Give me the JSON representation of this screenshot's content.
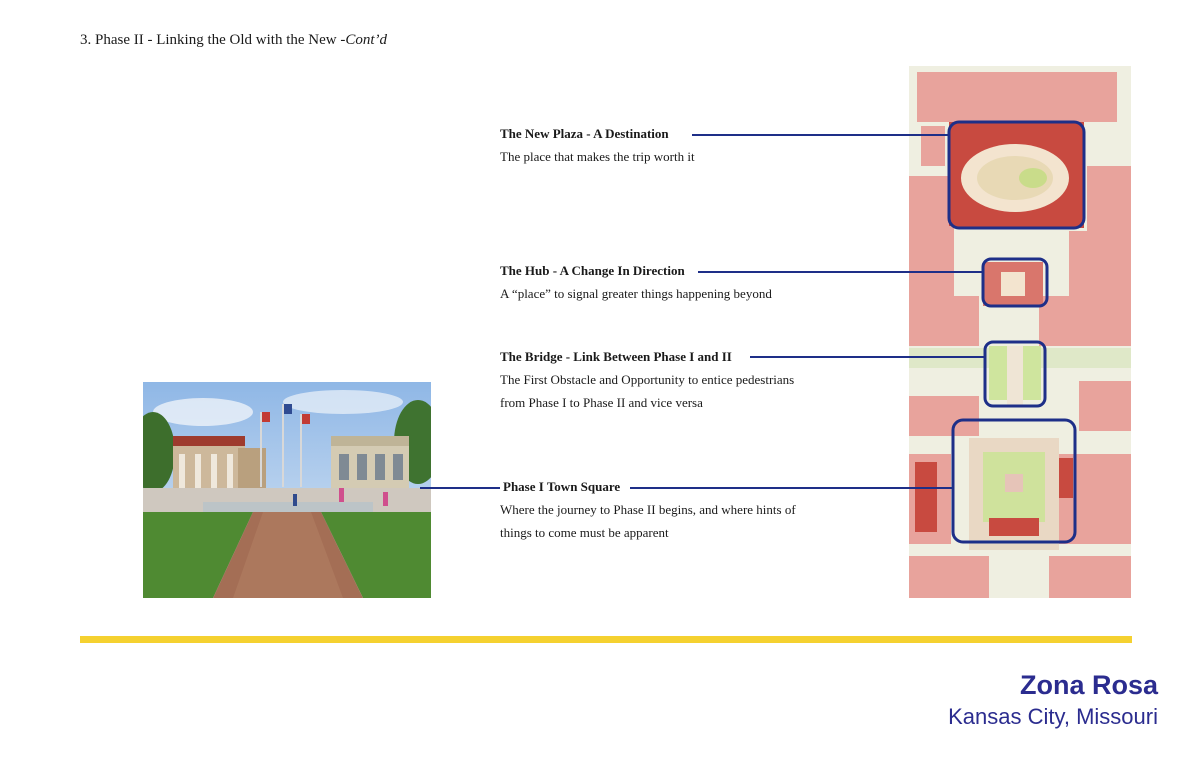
{
  "title": {
    "main": "3. Phase II - Linking the Old with the New -",
    "italic": "Cont’d"
  },
  "callouts": [
    {
      "heading": "The New Plaza - A Destination",
      "lines": [
        "The place that makes the trip worth it"
      ]
    },
    {
      "heading": "The Hub - A Change In Direction",
      "lines": [
        "A “place” to signal greater things happening beyond"
      ]
    },
    {
      "heading": "The Bridge - Link Between Phase I and II",
      "lines": [
        "The First Obstacle and Opportunity to entice pedestrians",
        "from Phase I to Phase II and vice versa"
      ]
    },
    {
      "heading": "Phase I Town Square",
      "lines": [
        "Where the journey to Phase II begins, and where hints of",
        "things to come must be apparent"
      ]
    }
  ],
  "footer": {
    "name": "Zona Rosa",
    "location": "Kansas City, Missouri"
  },
  "colors": {
    "accent_rule": "#f5d130",
    "brand_text": "#2b2c8f",
    "highlight_box": "#1e2f88",
    "building_pink": "#e8a39c",
    "building_red": "#c84a40"
  }
}
